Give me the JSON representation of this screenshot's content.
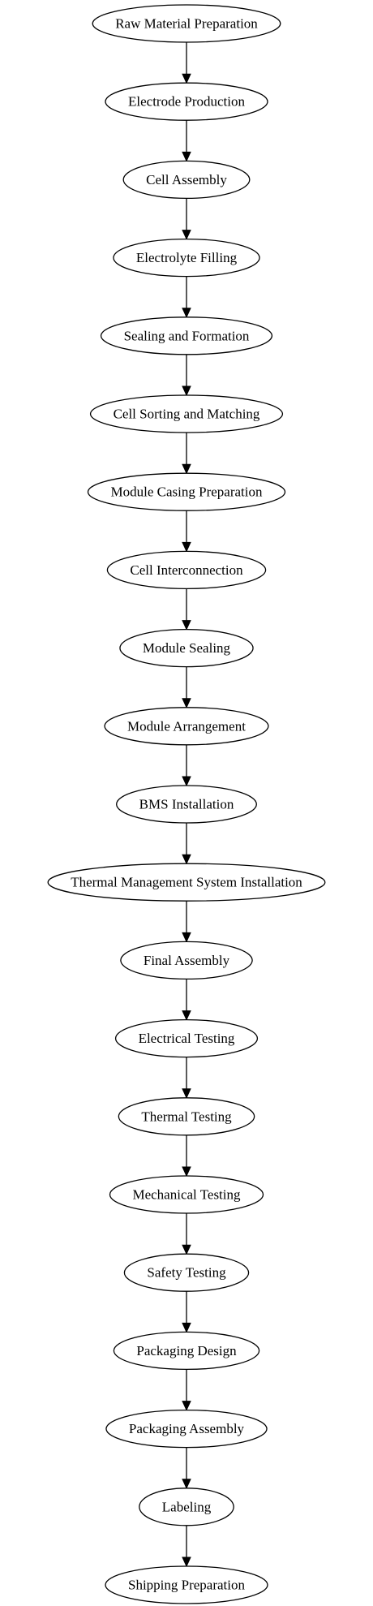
{
  "diagram": {
    "type": "flowchart",
    "direction": "top-to-bottom",
    "nodes": [
      {
        "id": "n1",
        "label": "Raw Material Preparation"
      },
      {
        "id": "n2",
        "label": "Electrode Production"
      },
      {
        "id": "n3",
        "label": "Cell Assembly"
      },
      {
        "id": "n4",
        "label": "Electrolyte Filling"
      },
      {
        "id": "n5",
        "label": "Sealing and Formation"
      },
      {
        "id": "n6",
        "label": "Cell Sorting and Matching"
      },
      {
        "id": "n7",
        "label": "Module Casing Preparation"
      },
      {
        "id": "n8",
        "label": "Cell Interconnection"
      },
      {
        "id": "n9",
        "label": "Module Sealing"
      },
      {
        "id": "n10",
        "label": "Module Arrangement"
      },
      {
        "id": "n11",
        "label": "BMS Installation"
      },
      {
        "id": "n12",
        "label": "Thermal Management System Installation"
      },
      {
        "id": "n13",
        "label": "Final Assembly"
      },
      {
        "id": "n14",
        "label": "Electrical Testing"
      },
      {
        "id": "n15",
        "label": "Thermal Testing"
      },
      {
        "id": "n16",
        "label": "Mechanical Testing"
      },
      {
        "id": "n17",
        "label": "Safety Testing"
      },
      {
        "id": "n18",
        "label": "Packaging Design"
      },
      {
        "id": "n19",
        "label": "Packaging Assembly"
      },
      {
        "id": "n20",
        "label": "Labeling"
      },
      {
        "id": "n21",
        "label": "Shipping Preparation"
      }
    ],
    "edges": [
      {
        "from": "n1",
        "to": "n2"
      },
      {
        "from": "n2",
        "to": "n3"
      },
      {
        "from": "n3",
        "to": "n4"
      },
      {
        "from": "n4",
        "to": "n5"
      },
      {
        "from": "n5",
        "to": "n6"
      },
      {
        "from": "n6",
        "to": "n7"
      },
      {
        "from": "n7",
        "to": "n8"
      },
      {
        "from": "n8",
        "to": "n9"
      },
      {
        "from": "n9",
        "to": "n10"
      },
      {
        "from": "n10",
        "to": "n11"
      },
      {
        "from": "n11",
        "to": "n12"
      },
      {
        "from": "n12",
        "to": "n13"
      },
      {
        "from": "n13",
        "to": "n14"
      },
      {
        "from": "n14",
        "to": "n15"
      },
      {
        "from": "n15",
        "to": "n16"
      },
      {
        "from": "n16",
        "to": "n17"
      },
      {
        "from": "n17",
        "to": "n18"
      },
      {
        "from": "n18",
        "to": "n19"
      },
      {
        "from": "n19",
        "to": "n20"
      },
      {
        "from": "n20",
        "to": "n21"
      }
    ]
  }
}
